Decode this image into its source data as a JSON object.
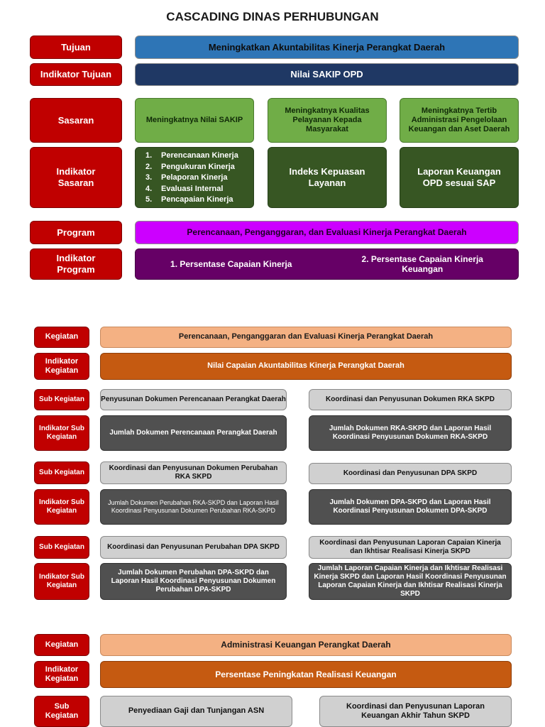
{
  "title": "CASCADING DINAS PERHUBUNGAN",
  "labels": {
    "tujuan": "Tujuan",
    "indikator_tujuan": "Indikator Tujuan",
    "sasaran": "Sasaran",
    "indikator_sasaran": "Indikator Sasaran",
    "program": "Program",
    "indikator_program": "Indikator Program",
    "kegiatan": "Kegiatan",
    "indikator_kegiatan": "Indikator Kegiatan",
    "sub_kegiatan": "Sub Kegiatan",
    "indikator_sub_kegiatan": "Indikator Sub Kegiatan"
  },
  "tujuan": "Meningkatkan Akuntabilitas Kinerja Perangkat Daerah",
  "indikator_tujuan": "Nilai SAKIP OPD",
  "sasaran": [
    "Meningkatnya Nilai SAKIP",
    "Meningkatnya Kualitas Pelayanan Kepada Masyarakat",
    "Meningkatnya Tertib Administrasi Pengelolaan Keuangan dan Aset Daerah"
  ],
  "indikator_sasaran_list": [
    {
      "n": "1.",
      "t": "Perencanaan Kinerja"
    },
    {
      "n": "2.",
      "t": "Pengukuran Kinerja"
    },
    {
      "n": "3.",
      "t": "Pelaporan Kinerja"
    },
    {
      "n": "4.",
      "t": "Evaluasi Internal"
    },
    {
      "n": "5.",
      "t": "Pencapaian Kinerja"
    }
  ],
  "indikator_sasaran": [
    "Indeks Kepuasan Layanan",
    "Laporan Keuangan OPD sesuai SAP"
  ],
  "program": "Perencanaan, Penganggaran, dan Evaluasi Kinerja Perangkat Daerah",
  "indikator_program": [
    "1. Persentase Capaian Kinerja",
    "2. Persentase Capaian Kinerja Keuangan"
  ],
  "kegiatan1": {
    "kegiatan": "Perencanaan, Penganggaran dan Evaluasi Kinerja Perangkat Daerah",
    "indikator": "Nilai Capaian Akuntabilitas Kinerja Perangkat Daerah",
    "sub": [
      {
        "left": "Penyusunan Dokumen Perencanaan Perangkat Daerah",
        "right": "Koordinasi dan Penyusunan Dokumen RKA SKPD"
      },
      {
        "left": "Koordinasi dan Penyusunan Dokumen Perubahan RKA SKPD",
        "right": "Koordinasi dan Penyusunan DPA SKPD"
      },
      {
        "left": "Koordinasi dan Penyusunan Perubahan DPA SKPD",
        "right": "Koordinasi dan Penyusunan Laporan Capaian Kinerja dan Ikhtisar Realisasi Kinerja SKPD"
      }
    ],
    "ind_sub": [
      {
        "left": "Jumlah Dokumen Perencanaan Perangkat Daerah",
        "right": "Jumlah Dokumen RKA-SKPD dan Laporan Hasil Koordinasi Penyusunan Dokumen RKA-SKPD"
      },
      {
        "left": "Jumlah Dokumen Perubahan RKA-SKPD dan Laporan Hasil Koordinasi Penyusunan Dokumen Perubahan RKA-SKPD",
        "right": "Jumlah Dokumen DPA-SKPD dan Laporan Hasil Koordinasi Penyusunan Dokumen DPA-SKPD"
      },
      {
        "left": "Jumlah Dokumen Perubahan DPA-SKPD dan Laporan Hasil Koordinasi Penyusunan Dokumen Perubahan DPA-SKPD",
        "right": "Jumlah Laporan Capaian Kinerja dan Ikhtisar Realisasi Kinerja SKPD dan Laporan Hasil Koordinasi Penyusunan Laporan Capaian Kinerja dan Ikhtisar Realisasi Kinerja SKPD"
      }
    ]
  },
  "kegiatan2": {
    "kegiatan": "Administrasi Keuangan Perangkat Daerah",
    "indikator": "Persentase Peningkatan Realisasi Keuangan",
    "sub": [
      {
        "left": "Penyediaan Gaji dan Tunjangan ASN",
        "right": "Koordinasi dan Penyusunan Laporan Keuangan Akhir Tahun SKPD"
      }
    ]
  }
}
